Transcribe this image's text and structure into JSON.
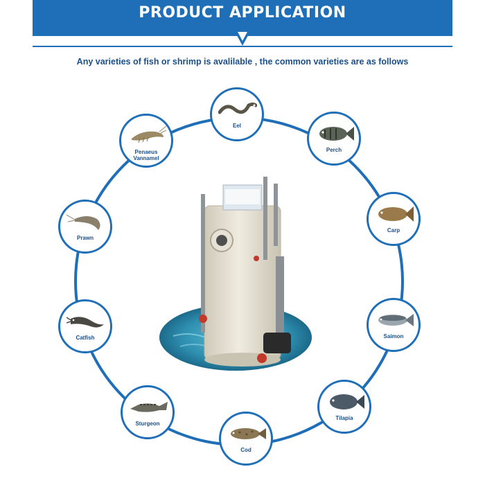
{
  "header": {
    "title": "PRODUCT APPLICATION",
    "subtitle": "Any varieties of fish or shrimp is avalilable , the common varieties are as follows"
  },
  "species": [
    {
      "name": "Eel",
      "icon": "eel-icon"
    },
    {
      "name": "Perch",
      "icon": "perch-icon"
    },
    {
      "name": "Carp",
      "icon": "carp-icon"
    },
    {
      "name": "Saimon",
      "icon": "salmon-icon"
    },
    {
      "name": "Tilapia",
      "icon": "tilapia-icon"
    },
    {
      "name": "Cod",
      "icon": "cod-icon"
    },
    {
      "name": "Sturgeon",
      "icon": "sturgeon-icon"
    },
    {
      "name": "Catfish",
      "icon": "catfish-icon"
    },
    {
      "name": "Prawn",
      "icon": "prawn-icon"
    },
    {
      "name": "Penaeus Vannamel",
      "icon": "shrimp-icon"
    }
  ],
  "colors": {
    "accent": "#1f6fb8",
    "text": "#1b4f8a",
    "tank": "#e3ded0",
    "water": "#2f8fb0"
  }
}
